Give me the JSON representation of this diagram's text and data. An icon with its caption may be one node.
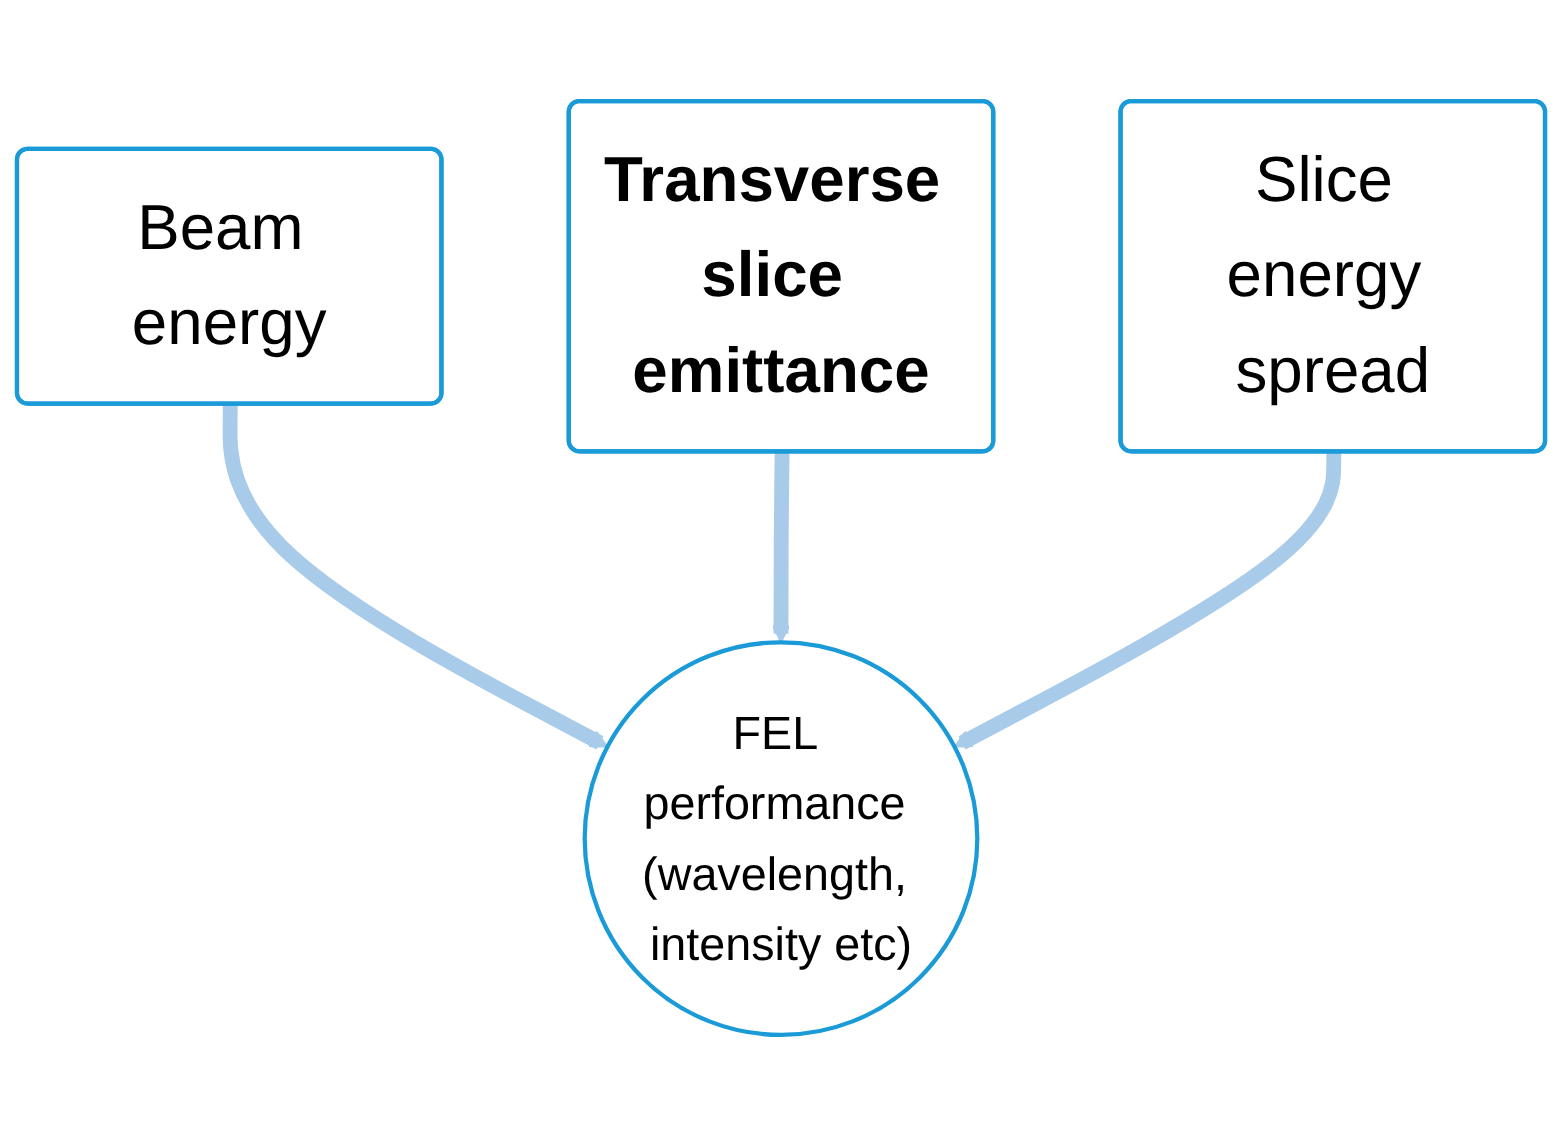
{
  "diagram": {
    "nodes": [
      {
        "text": [
          "Beam energy"
        ]
      },
      {
        "text": [
          "Transverse slice emittance"
        ]
      },
      {
        "text": [
          "Slice energy spread"
        ]
      },
      {
        "text": [
          "FEL performance (wavelength, intensity etc)"
        ]
      }
    ],
    "edges": [
      {
        "from": 0,
        "to": 3,
        "arrow": "to"
      },
      {
        "from": 1,
        "to": 3,
        "arrow": "to"
      },
      {
        "from": 2,
        "to": 3,
        "arrow": "to"
      }
    ]
  }
}
